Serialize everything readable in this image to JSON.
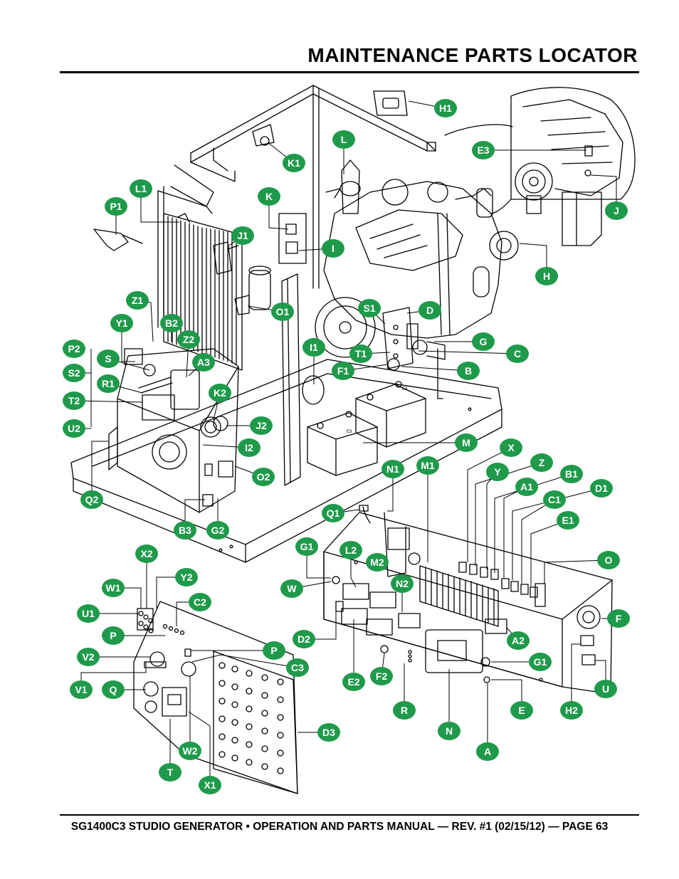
{
  "header": {
    "title": "MAINTENANCE PARTS LOCATOR"
  },
  "footer": {
    "text": "SG1400C3 STUDIO GENERATOR • OPERATION AND PARTS MANUAL — REV. #1 (02/15/12) — PAGE 63"
  },
  "colors": {
    "callout_fill": "#1f9a4b",
    "callout_text": "#ffffff",
    "line": "#000000"
  },
  "callouts": {
    "H1": "H1",
    "E3": "E3",
    "L": "L",
    "K1": "K1",
    "L1": "L1",
    "P1": "P1",
    "K": "K",
    "J": "J",
    "J1": "J1",
    "I": "I",
    "H": "H",
    "Z1": "Z1",
    "O1": "O1",
    "S1": "S1",
    "D": "D",
    "Y1": "Y1",
    "B2": "B2",
    "I1": "I1",
    "G": "G",
    "Z2": "Z2",
    "P2": "P2",
    "T1": "T1",
    "C": "C",
    "S": "S",
    "A3": "A3",
    "F1": "F1",
    "B": "B",
    "S2": "S2",
    "R1": "R1",
    "K2": "K2",
    "T2": "T2",
    "J2": "J2",
    "U2": "U2",
    "M": "M",
    "I2": "I2",
    "X": "X",
    "N1": "N1",
    "M1": "M1",
    "Z": "Z",
    "O2": "O2",
    "Y": "Y",
    "B1": "B1",
    "Q2": "Q2",
    "A1": "A1",
    "D1": "D1",
    "Q1": "Q1",
    "C1": "C1",
    "B3": "B3",
    "G2": "G2",
    "E1": "E1",
    "X2": "X2",
    "G1_a": "G1",
    "L2": "L2",
    "M2": "M2",
    "O": "O",
    "W1": "W1",
    "Y2": "Y2",
    "W": "W",
    "N2": "N2",
    "C2": "C2",
    "U1": "U1",
    "F": "F",
    "P_a": "P",
    "D2": "D2",
    "A2": "A2",
    "P_b": "P",
    "V2": "V2",
    "G1_b": "G1",
    "C3": "C3",
    "E2": "E2",
    "F2": "F2",
    "V1": "V1",
    "Q": "Q",
    "U": "U",
    "R": "R",
    "E": "E",
    "H2": "H2",
    "D3": "D3",
    "N": "N",
    "W2": "W2",
    "A": "A",
    "T": "T",
    "X1": "X1"
  },
  "panel_labels": {
    "battery_left": "E3",
    "battery_right": "E3"
  }
}
